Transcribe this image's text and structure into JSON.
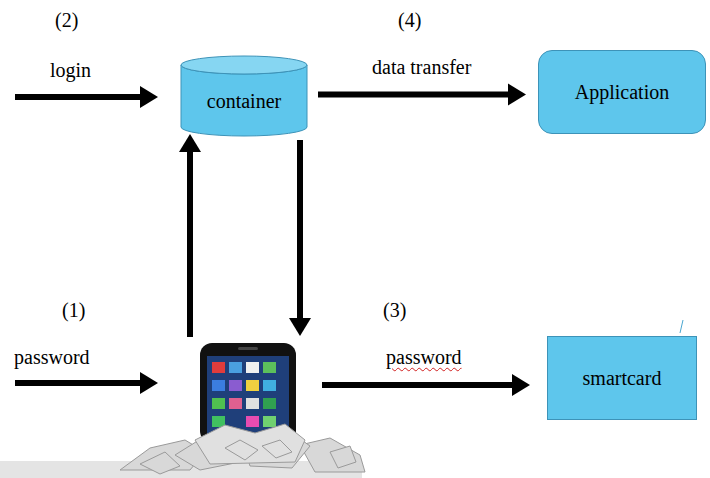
{
  "diagram": {
    "nodes": [
      {
        "text": [
          "container"
        ]
      },
      {
        "text": [
          "Application"
        ]
      },
      {
        "text": [
          "smartcard"
        ]
      }
    ],
    "edges": [
      {
        "from": 0,
        "to": 1,
        "arrow": "to",
        "label": "data transfer"
      }
    ],
    "labels": [
      "(2)",
      "login",
      "(4)",
      "(1)",
      "password",
      "(3)",
      "password"
    ]
  }
}
